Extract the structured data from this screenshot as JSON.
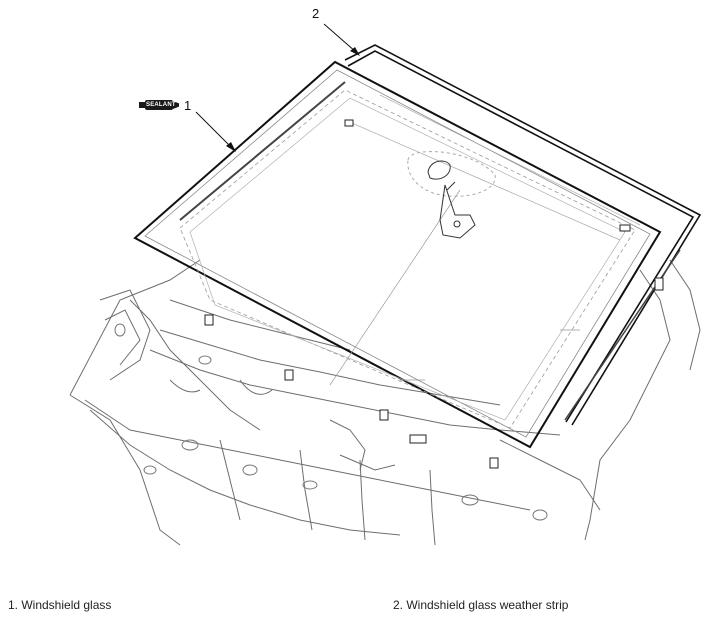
{
  "callouts": {
    "item1": "1",
    "item2": "2"
  },
  "sealant_label": "SEALANT",
  "legend": {
    "item1": "1. Windshield glass",
    "item2": "2. Windshield glass weather strip"
  },
  "colors": {
    "line": "#2a2a2a",
    "light_line": "#9a9a9a",
    "glass_edge": "#111111"
  }
}
